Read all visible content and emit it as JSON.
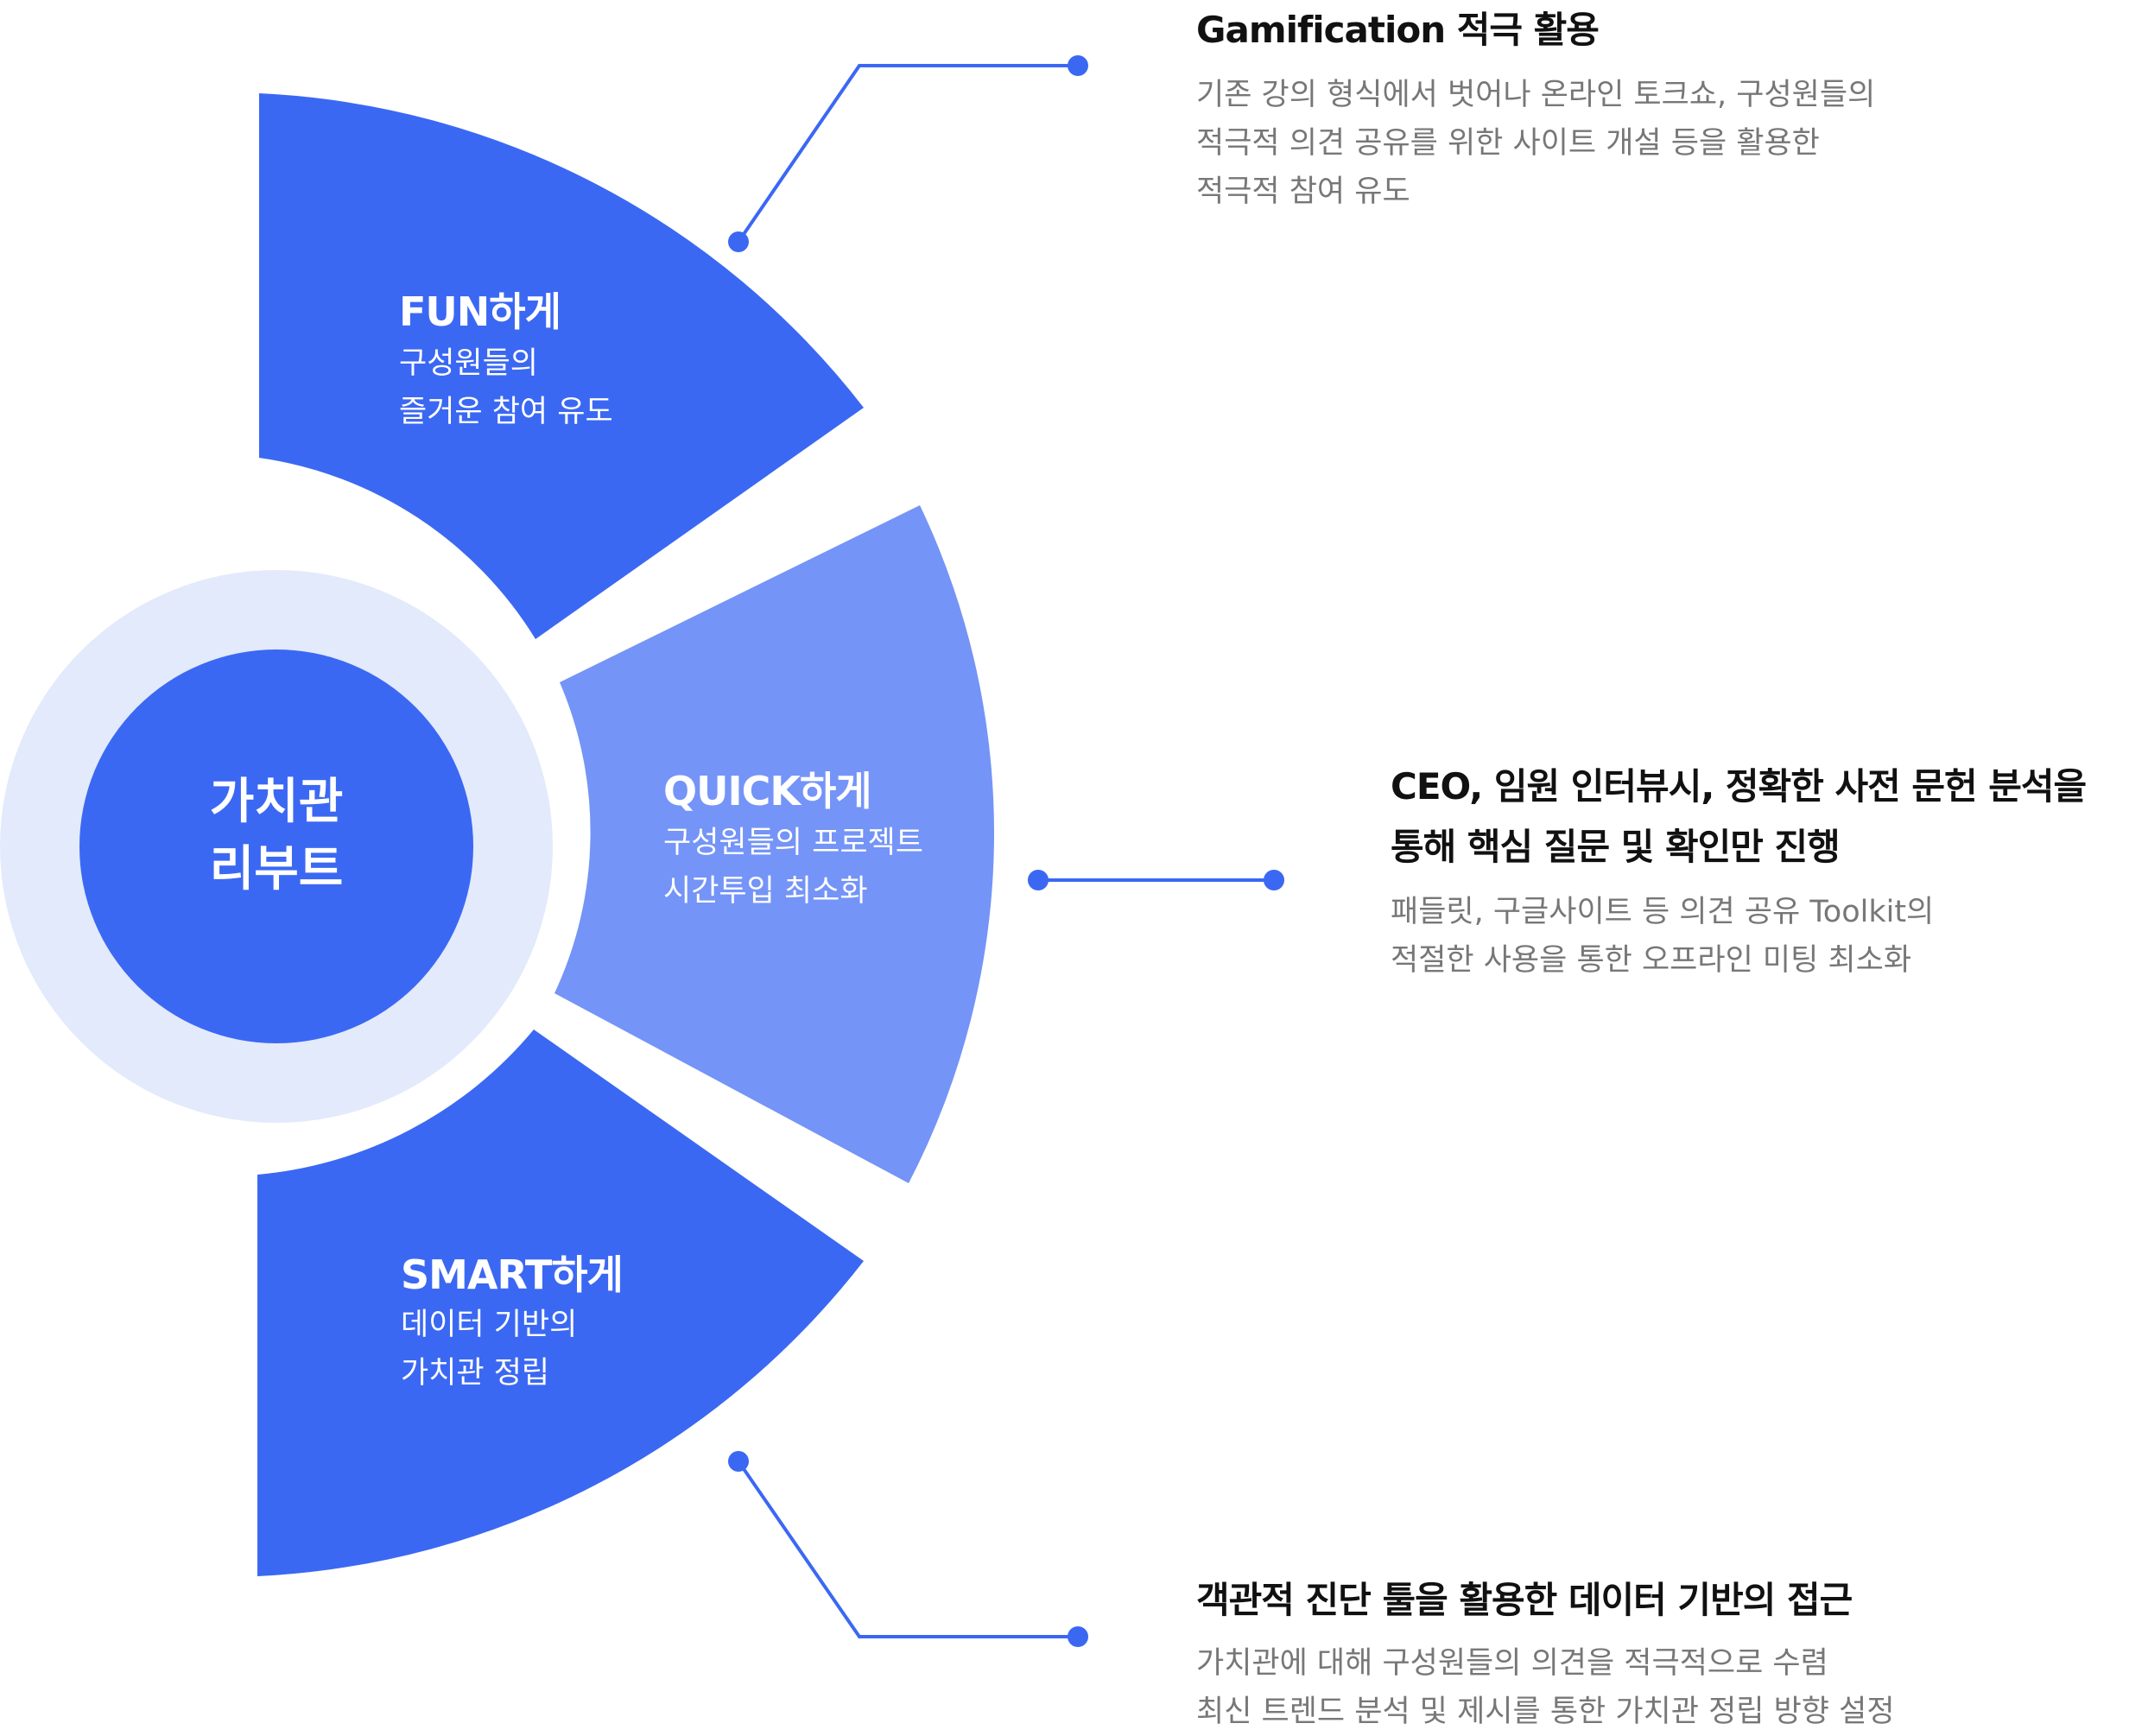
{
  "colors": {
    "primary": "#3B68F3",
    "secondary": "#7494F7",
    "ring": "#E2EAFB",
    "connector": "#3B68F3"
  },
  "center": {
    "line1": "가치관",
    "line2": "리부트"
  },
  "segments": [
    {
      "title": "FUN하게",
      "desc1": "구성원들의",
      "desc2": "즐거운 참여 유도"
    },
    {
      "title": "QUICK하게",
      "desc1": "구성원들의 프로젝트",
      "desc2": "시간투입 최소화"
    },
    {
      "title": "SMART하게",
      "desc1": "데이터 기반의",
      "desc2": "가치관 정립"
    }
  ],
  "details": [
    {
      "title1": "Gamification 적극 활용",
      "desc1": "기존 강의 형식에서 벗어나 온라인 토크쇼, 구성원들의",
      "desc2": "적극적 의견 공유를 위한 사이트 개설 등을 활용한",
      "desc3": "적극적 참여 유도"
    },
    {
      "title1": "CEO, 임원 인터뷰시, 정확한 사전 문헌 분석을",
      "title2": "통해 핵심 질문 및 확인만 진행",
      "desc1": "패들릿, 구글사이트 등 의견 공유 Toolkit의",
      "desc2": "적절한 사용을 통한 오프라인 미팅 최소화"
    },
    {
      "title1": "객관적 진단 툴을 활용한 데이터 기반의 접근",
      "desc1": "가치관에 대해 구성원들의 의견을 적극적으로 수렴",
      "desc2": "최신 트렌드 분석 및 제시를 통한 가치관 정립 방향 설정"
    }
  ]
}
